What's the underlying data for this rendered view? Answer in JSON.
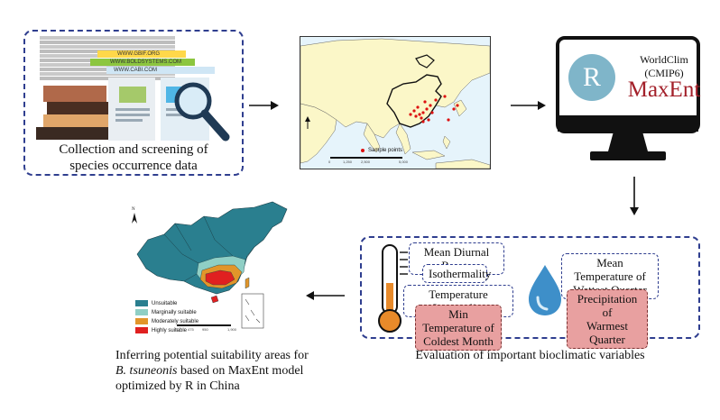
{
  "step1": {
    "caption_line1": "Collection and screening of",
    "caption_line2": "species occurrence data",
    "urls": [
      "WWW.GBIF.ORG",
      "WWW.BOLDSYSTEMS.COM",
      "WWW.CABI.COM"
    ]
  },
  "step2": {
    "legend": "Sample points",
    "scale": [
      "0",
      "1,250",
      "2,500",
      "5,000"
    ]
  },
  "step3": {
    "logo_r": "R",
    "worldclim_line1": "WorldClim",
    "worldclim_line2": "(CMIP6)",
    "maxent": "MaxEnt"
  },
  "step4": {
    "caption": "Evaluation of important bioclimatic variables",
    "variables": {
      "mean_diurnal_range": "Mean Diurnal Range",
      "isothermality": "Isothermality",
      "temperature_seasonality": "Temperature Seasonality",
      "min_temp_coldest_line1": "Min Temperature of",
      "min_temp_coldest_line2": "Coldest Month",
      "mean_temp_wettest_line1": "Mean Temperature of",
      "mean_temp_wettest_line2": "Wettest Quarter",
      "precip_warmest_line1": "Precipitation of",
      "precip_warmest_line2": "Warmest Quarter"
    }
  },
  "step5": {
    "caption_line1": "Inferring potential suitability areas for",
    "caption_species": "B. tsuneonis",
    "caption_line2_rest": " based on MaxEnt model",
    "caption_line3": "optimized by R in China",
    "north": "N",
    "legend": [
      {
        "label": "Unsuitable",
        "color": "#2a7f8f"
      },
      {
        "label": "Marginally suitable",
        "color": "#8fcfc5"
      },
      {
        "label": "Moderately suitable",
        "color": "#e2952a"
      },
      {
        "label": "Highly suitable",
        "color": "#e02020"
      }
    ],
    "scale": [
      "0",
      "475",
      "950",
      "1,900"
    ]
  },
  "colors": {
    "dash": "#2f3e8f",
    "pink": "#e8a0a0",
    "r_logo": "#7fb5c9",
    "maxent": "#a3202a"
  }
}
